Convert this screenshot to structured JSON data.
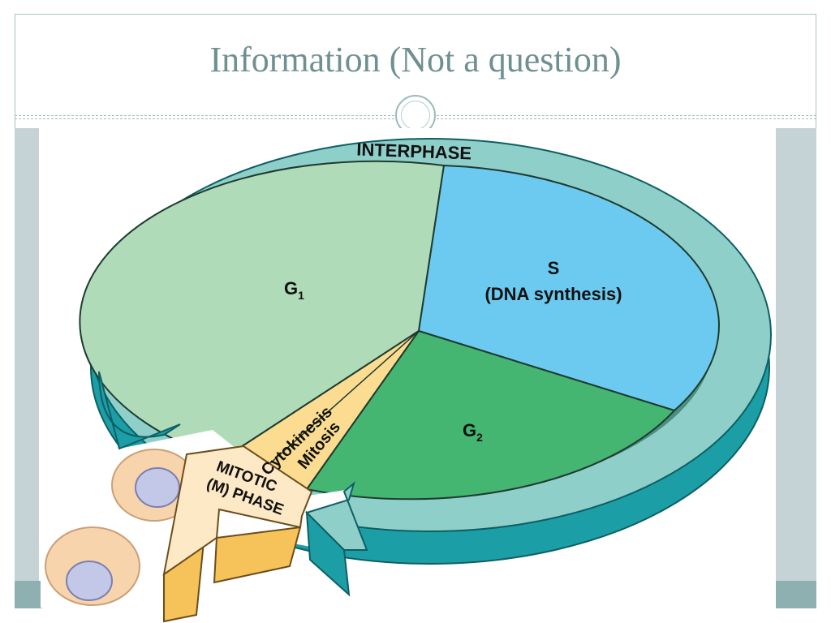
{
  "slide": {
    "title": "Information (Not a question)"
  },
  "diagram": {
    "ring_label": "INTERPHASE",
    "g1_label": "G",
    "g1_subscript": "1",
    "s_label": "S",
    "s_sublabel": "(DNA synthesis)",
    "g2_label": "G",
    "g2_subscript": "2",
    "cytokinesis_label": "Cytokinesis",
    "mitosis_label": "Mitosis",
    "m_phase_line1": "MITOTIC",
    "m_phase_line2": "(M) PHASE",
    "colors": {
      "ring": "#8fcfca",
      "ring_side": "#1c9ea6",
      "g1": "#b0dbb8",
      "s": "#6ccaf0",
      "g2": "#45b572",
      "mitosis_wedge": "#fbdc90",
      "m_arrow": "#fde9c6",
      "cell": "#f8d4ac",
      "nucleus": "#c3c8e8"
    }
  }
}
